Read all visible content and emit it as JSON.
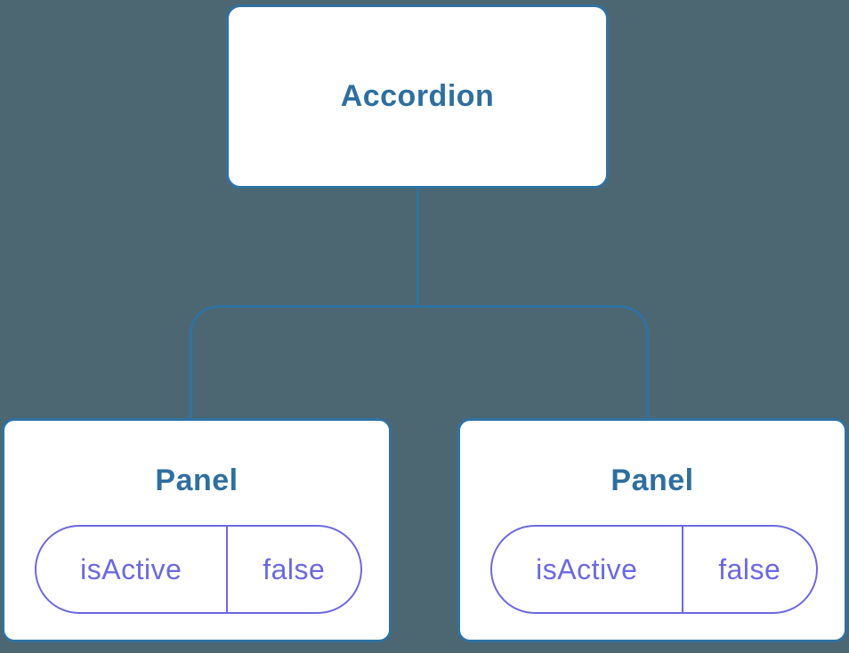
{
  "diagram": {
    "root": {
      "label": "Accordion"
    },
    "children": [
      {
        "label": "Panel",
        "state": {
          "key": "isActive",
          "value": "false"
        }
      },
      {
        "label": "Panel",
        "state": {
          "key": "isActive",
          "value": "false"
        }
      }
    ]
  },
  "colors": {
    "background": "#4c6771",
    "node_fill": "#ffffff",
    "node_border": "#2f72a2",
    "node_text": "#2e6f9f",
    "state_accent": "#6b69e0"
  }
}
